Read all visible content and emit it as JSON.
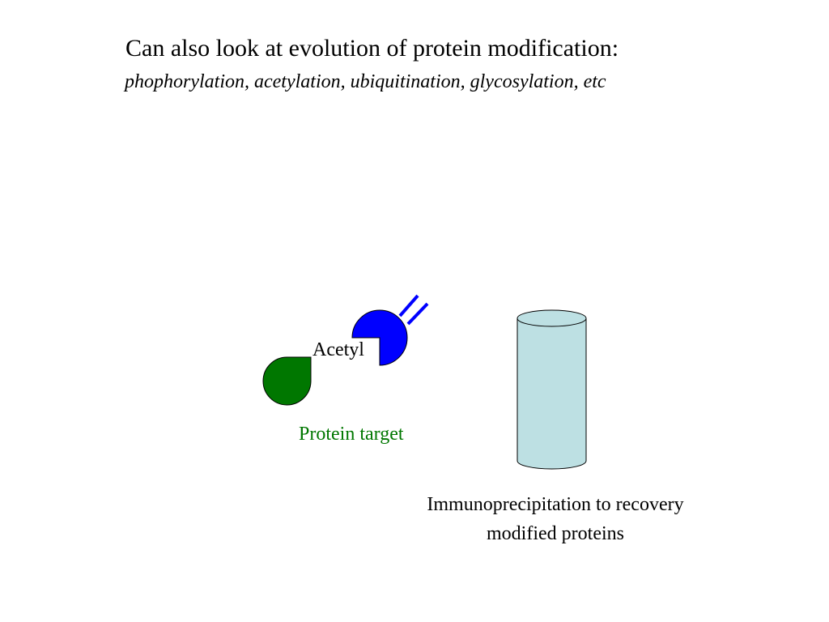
{
  "slide": {
    "title": "Can also look at evolution of protein modification:",
    "subtitle": "phophorylation, acetylation, ubiquitination, glycosylation, etc"
  },
  "diagram": {
    "acetyl_label": "Acetyl",
    "protein_target_label": "Protein target",
    "caption_line1": "Immunoprecipitation to recovery",
    "caption_line2": "modified proteins"
  },
  "colors": {
    "protein_target": "#007700",
    "antibody": "#0000FF",
    "column": "#BDE0E3",
    "outline": "#000000"
  }
}
